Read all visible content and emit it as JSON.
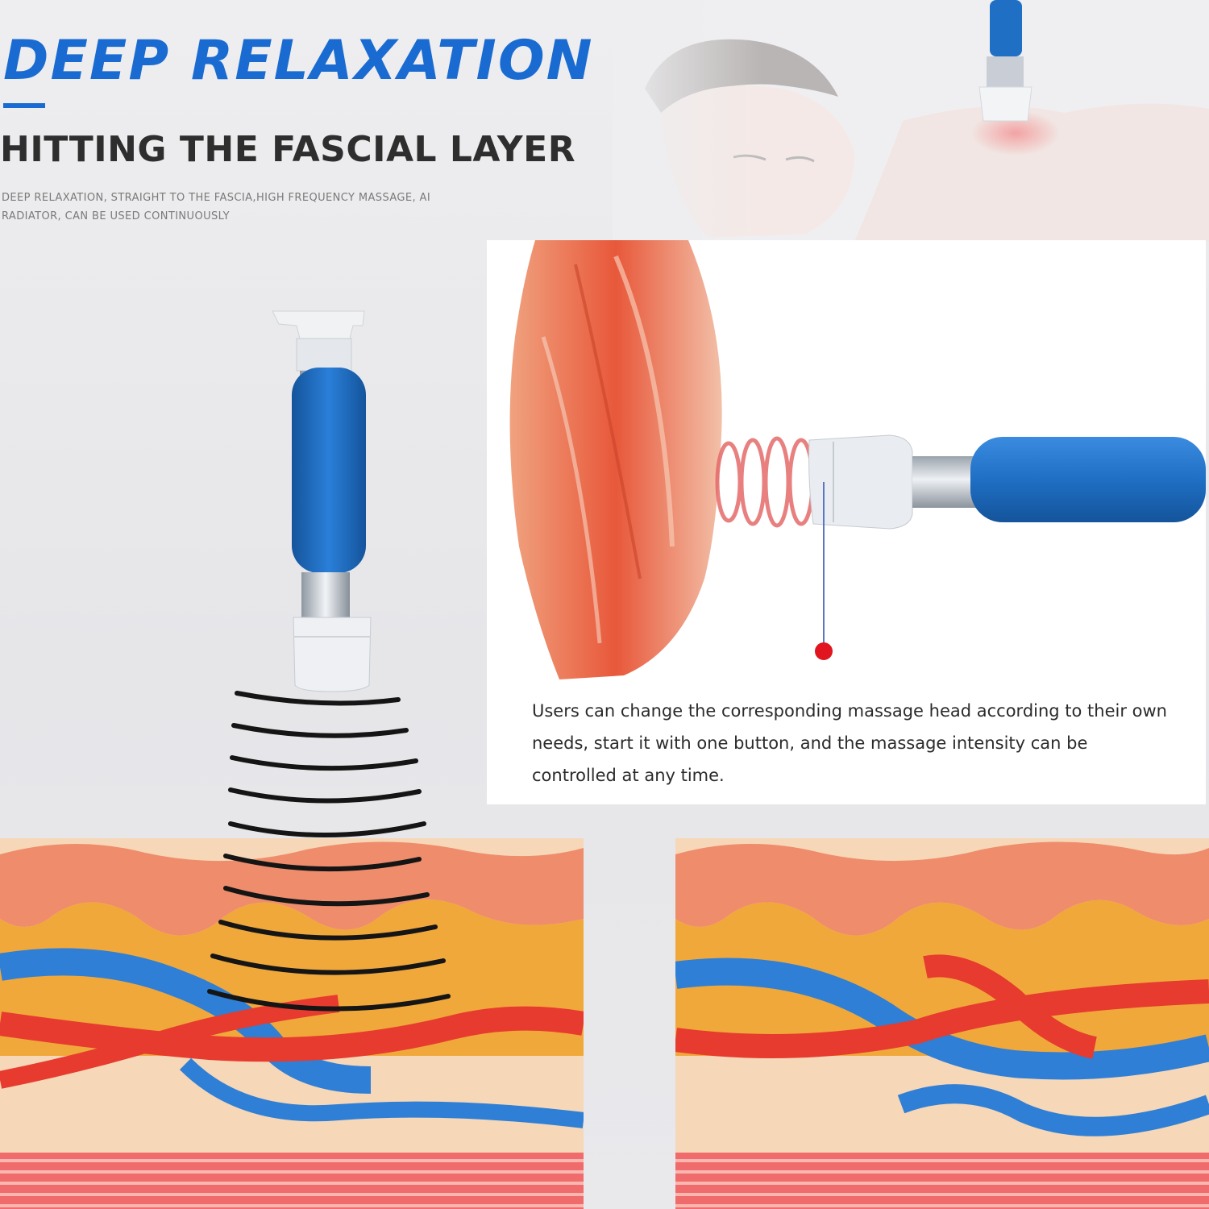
{
  "header": {
    "headline": "DEEP RELAXATION",
    "subheadline": "HITTING THE FASCIAL LAYER",
    "small_copy": "DEEP RELAXATION, STRAIGHT TO THE FASCIA,HIGH FREQUENCY MASSAGE, AI RADIATOR, CAN BE USED CONTINUOUSLY"
  },
  "panel": {
    "caption": "Users can change the corresponding massage head according to their own needs, start it with one button, and the massage intensity can be controlled at any time."
  },
  "colors": {
    "brand_blue": "#1a6bd1",
    "grip_blue": "#1f6fc4",
    "muscle_red": "#e8583a",
    "vein_blue": "#2f7fd6",
    "artery_red": "#e63b2e"
  },
  "icons": {
    "marker": "red-dot-marker-icon"
  }
}
